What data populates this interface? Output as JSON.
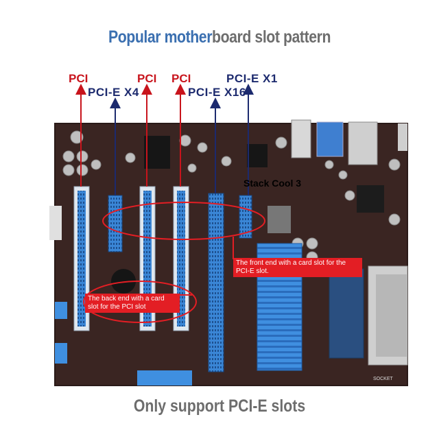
{
  "title": {
    "part1": "Popular mother",
    "part2": "board slot pattern"
  },
  "slot_labels": [
    "PCI",
    "PCI-E X4",
    "PCI",
    "PCI",
    "PCI-E X16",
    "PCI-E X1"
  ],
  "board_text": "Stack Cool 3",
  "socket_text": "SOCKET",
  "callouts": {
    "front": "The front end with a card slot for the PCI-E slot.",
    "back": "The back end with a card slot for the PCI slot"
  },
  "footer": "Only support PCI-E slots",
  "colors": {
    "title_blue": "#3a6fb0",
    "title_gray": "#6d6d6d",
    "label_red": "#c8141c",
    "label_navy": "#1c2a6e",
    "callout_red": "#e31e24",
    "slot_blue": "#3a86d6",
    "board": "#3a2522"
  }
}
